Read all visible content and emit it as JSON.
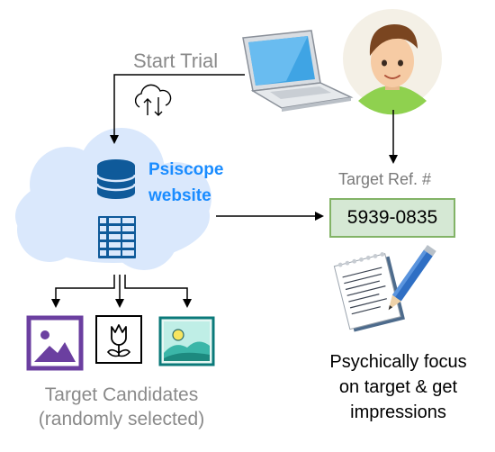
{
  "labels": {
    "start_trial": "Start Trial",
    "site_line1": "Psiscope",
    "site_line2": "website",
    "target_ref_title": "Target Ref. #",
    "target_ref_value": "5939-0835",
    "candidates_line1": "Target Candidates",
    "candidates_line2": "(randomly selected)",
    "focus_line1": "Psychically focus",
    "focus_line2": "on target & get",
    "focus_line3": "impressions"
  },
  "colors": {
    "cloud_fill": "#dae8fc",
    "accent_blue": "#1a8cff",
    "db_blue": "#0f5a9a",
    "ref_box_fill": "#d5e8d4",
    "ref_box_border": "#82b366",
    "candidate_purple": "#6b3fa0",
    "avatar_bg": "#f4f0e6",
    "shirt_green": "#8fd14f"
  },
  "icons": [
    "laptop-icon",
    "person-avatar-icon",
    "cloud-sync-icon",
    "database-icon",
    "table-icon",
    "image-icon",
    "flower-icon",
    "landscape-icon",
    "notepad-pencil-icon"
  ]
}
